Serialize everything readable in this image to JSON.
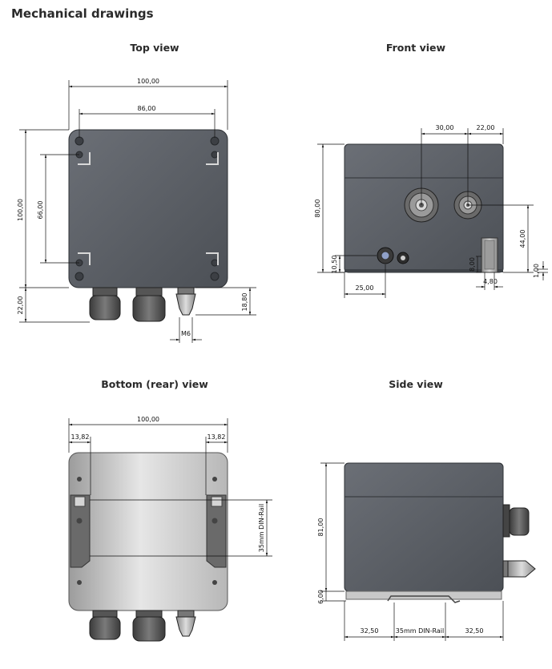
{
  "page": {
    "title": "Mechanical drawings"
  },
  "colors": {
    "housing": "#5b5f66",
    "housing_dark": "#3e4247",
    "metal": "#c9c9c9",
    "dimension": "#111111"
  },
  "views": {
    "top": {
      "title": "Top view",
      "dims": {
        "width_overall": "100,00",
        "hole_spacing_x": "86,00",
        "height_overall": "100,00",
        "hole_spacing_y": "66,00",
        "gland_protrusion": "22,00",
        "plug_protrusion": "18,80",
        "thread": "M6"
      }
    },
    "front": {
      "title": "Front view",
      "dims": {
        "gland_spacing": "30,00",
        "gland_edge": "22,00",
        "height": "80,00",
        "gland_height": "44,00",
        "led_height": "10,50",
        "led_offset": "25,00",
        "foot_height": "8,00",
        "foot_width": "4,80",
        "foot_gap": "1,00"
      }
    },
    "bottom": {
      "title": "Bottom (rear) view",
      "dims": {
        "width": "100,00",
        "left_offset": "13,82",
        "right_offset": "13,82",
        "rail": "35mm DIN-Rail"
      }
    },
    "side": {
      "title": "Side view",
      "dims": {
        "height": "81,00",
        "clip_height": "6,00",
        "left": "32,50",
        "rail": "35mm DIN-Rail",
        "right": "32,50"
      }
    }
  }
}
